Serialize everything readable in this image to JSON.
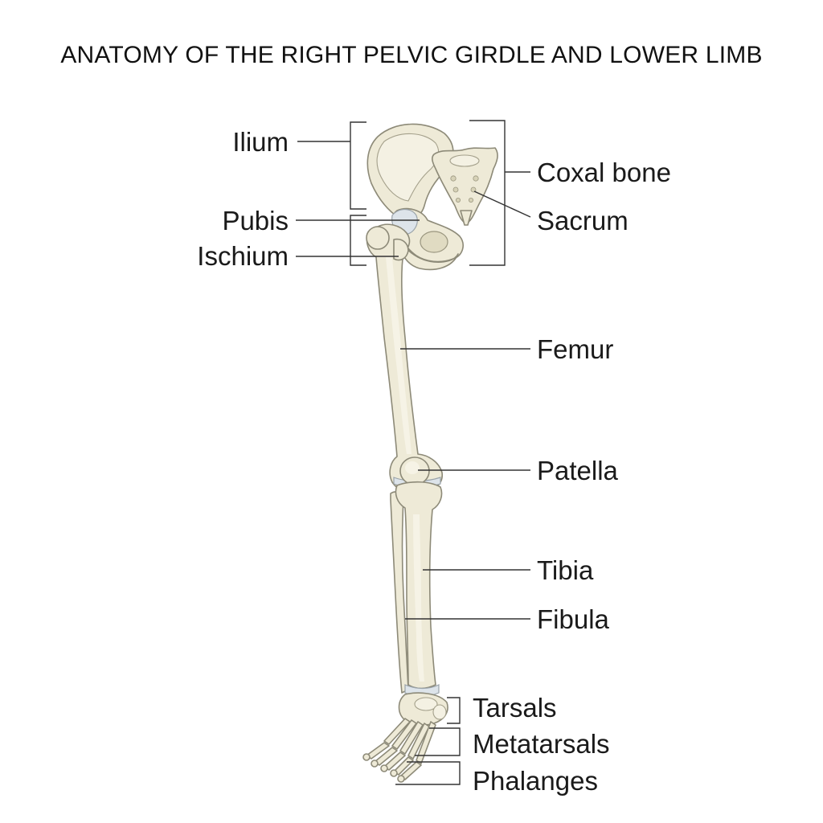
{
  "title": "ANATOMY OF THE RIGHT PELVIC GIRDLE AND LOWER LIMB",
  "labels": {
    "ilium": "Ilium",
    "pubis": "Pubis",
    "ischium": "Ischium",
    "coxal_bone": "Coxal bone",
    "sacrum": "Sacrum",
    "femur": "Femur",
    "patella": "Patella",
    "tibia": "Tibia",
    "fibula": "Fibula",
    "tarsals": "Tarsals",
    "metatarsals": "Metatarsals",
    "phalanges": "Phalanges"
  },
  "colors": {
    "bone": "#eeead7",
    "bone_outline": "#8d8a78",
    "cartilage": "#dde4ea",
    "leader_line": "#333333"
  }
}
